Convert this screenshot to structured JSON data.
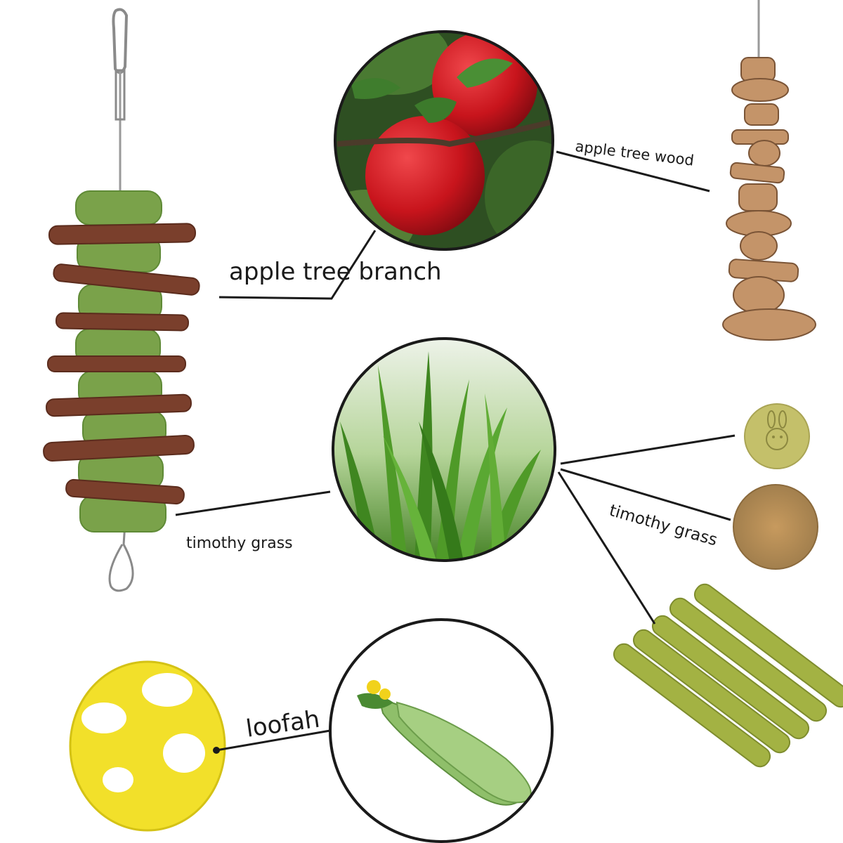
{
  "labels": {
    "apple_tree_branch": "apple tree branch",
    "apple_tree_wood": "apple tree wood",
    "timothy_grass_left": "timothy grass",
    "timothy_grass_right": "timothy grass",
    "loofah": "loofah"
  },
  "colors": {
    "background": "#ffffff",
    "callout_line": "#1a1a1a",
    "timothy_green": "#7aa24a",
    "branch_brown": "#7a3f2c",
    "wood_tan": "#c49469",
    "loofah_yellow": "#f2e02a",
    "apple_red": "#c8141c",
    "grass_green": "#4f9a28",
    "zucchini_green": "#8fbf6a"
  }
}
